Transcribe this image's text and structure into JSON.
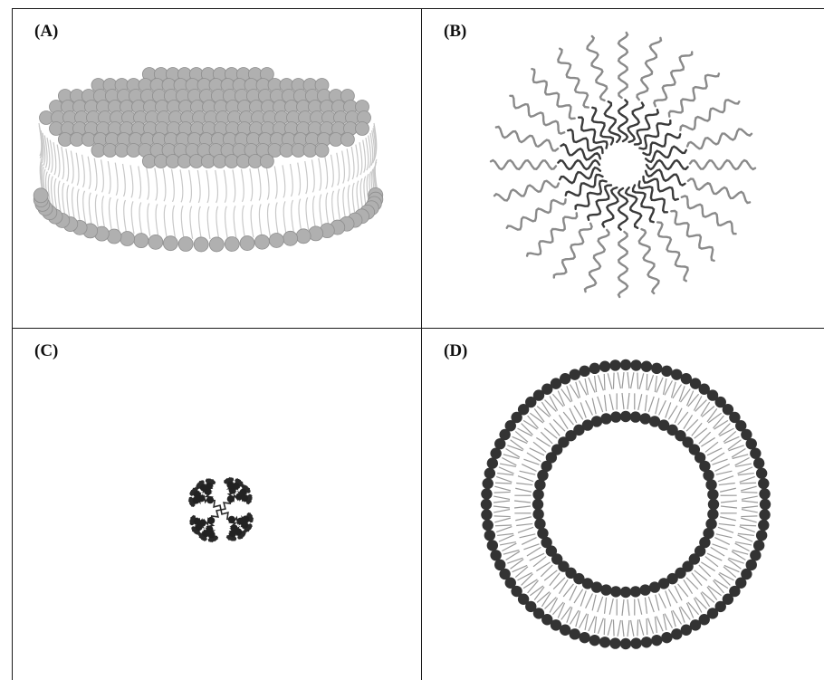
{
  "panels": [
    {
      "label": "(A)",
      "depiction": "lipid-bilayer-disc"
    },
    {
      "label": "(B)",
      "depiction": "polymeric-micelle"
    },
    {
      "label": "(C)",
      "depiction": "dendrimer"
    },
    {
      "label": "(D)",
      "depiction": "liposome"
    }
  ],
  "colors": {
    "frame": "#1a1a1a",
    "light_head": "#b0b0b0",
    "light_head_stroke": "#8e8e8e",
    "light_tail": "#c8c8c8",
    "micelle_outer": "#8a8a8a",
    "micelle_inner": "#3a3a3a",
    "dendrimer_branch": "#2a2a2a",
    "dark_head": "#333333",
    "dark_tail": "#9a9a9a"
  }
}
